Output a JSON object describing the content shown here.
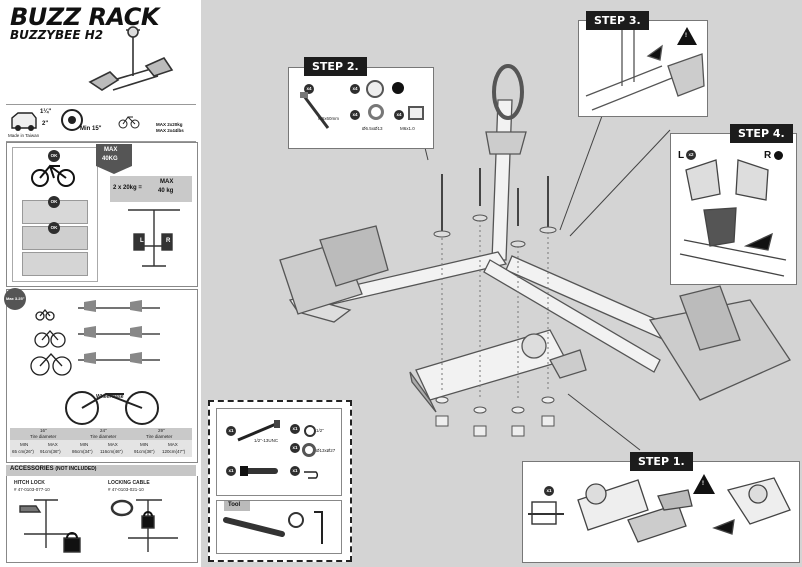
{
  "header": {
    "brand": "BUZZ RACK",
    "model": "BUZZYBEE H2"
  },
  "compat": {
    "hitch_1": "1¼\"",
    "hitch_2": "2\"",
    "min_label": "Min 15\"",
    "max_weight_1": "MAX 2x20kg",
    "max_weight_2": "MAX 2x44lbs",
    "made_in": "Made in Taiwan"
  },
  "load_box": {
    "max_tag_1": "MAX",
    "max_tag_2": "40KG",
    "ok_1": "OK",
    "ok_2": "OK",
    "ok_3": "OK",
    "formula_left": "2 x 20kg =",
    "formula_right_1": "MAX",
    "formula_right_2": "40 kg",
    "left_mark": "L",
    "right_mark": "R"
  },
  "size_box": {
    "badge": "Max 3.25\"",
    "wheel_base": "Wheel base",
    "columns": [
      {
        "size": "16\"",
        "label": "Tire diameter",
        "min": "MIN",
        "min_val": "65 cm(26\")",
        "max": "MAX",
        "max_val": "91cm(36\")"
      },
      {
        "size": "24\"",
        "label": "Tire diameter",
        "min": "MIN",
        "min_val": "86cm(34\")",
        "max": "MAX",
        "max_val": "116cm(46\")"
      },
      {
        "size": "29\"",
        "label": "Tire diameter",
        "min": "MIN",
        "min_val": "91cm(36\")",
        "max": "MAX",
        "max_val": "120cm(47\")"
      }
    ]
  },
  "accessories": {
    "title": "ACCESSORIES",
    "subtitle": "(NOT INCLUDED)",
    "hitch_lock": "HITCH LOCK",
    "hitch_lock_code": "# 47-0103-077-10",
    "locking_cable": "LOCKING CABLE",
    "locking_cable_code": "# 47-0103-021-10"
  },
  "parts_box": {
    "qty_bolt": "x1",
    "bolt_label": "1/2\"-13UNC",
    "qty_washer": "x1",
    "washer_label": "1/2\"",
    "qty_lockwasher": "x1",
    "lockwasher_label": "Ø13xØ27",
    "qty_strap": "x1",
    "qty_pin": "x1",
    "tool_title": "Tool"
  },
  "step2": {
    "label": "STEP 2.",
    "qty_1": "x4",
    "part_1": "M6x60mm",
    "qty_2": "x4",
    "part_2": "",
    "qty_3": "x4",
    "part_3": "Ø6.5xØ13",
    "qty_4": "x4",
    "part_4": "M6x1.0"
  },
  "step3": {
    "label": "STEP 3.",
    "warning": "!"
  },
  "step4": {
    "label": "STEP 4.",
    "left": "L",
    "qty": "x2",
    "right": "R"
  },
  "step1": {
    "label": "STEP 1.",
    "qty": "x1",
    "warning": "!"
  }
}
